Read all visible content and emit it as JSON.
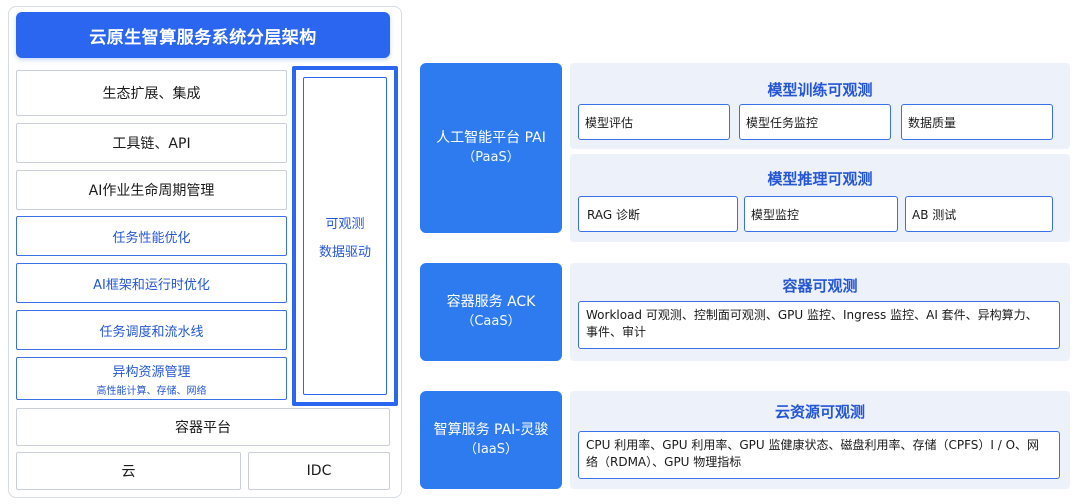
{
  "left": {
    "title": "云原生智算服务系统分层架构",
    "layers": [
      {
        "label": "生态扩展、集成"
      },
      {
        "label": "工具链、API"
      },
      {
        "label": "AI作业生命周期管理"
      },
      {
        "label": "任务性能优化"
      },
      {
        "label": "AI框架和运行时优化"
      },
      {
        "label": "任务调度和流水线"
      },
      {
        "label": "异构资源管理",
        "sub": "高性能计算、存储、网络"
      }
    ],
    "side": {
      "line1": "可观测",
      "line2": "数据驱动"
    },
    "container": "容器平台",
    "cloud": "云",
    "idc": "IDC"
  },
  "right": {
    "pai": {
      "name": "人工智能平台 PAI",
      "tier": "（PaaS）",
      "training": {
        "title": "模型训练可观测",
        "items": [
          "模型评估",
          "模型任务监控",
          "数据质量"
        ]
      },
      "inference": {
        "title": "模型推理可观测",
        "items": [
          "RAG 诊断",
          "模型监控",
          "AB 测试"
        ]
      }
    },
    "ack": {
      "name": "容器服务 ACK",
      "tier": "（CaaS）",
      "title": "容器可观测",
      "detail_line1": "Workload 可观测、控制面可观测、GPU 监控、Ingress 监控、AI 套件、异构算力、",
      "detail_line2": "事件、审计"
    },
    "lingjun": {
      "name": "智算服务 PAI-灵骏",
      "tier": "（IaaS）",
      "title": "云资源可观测",
      "detail_line1": "CPU 利用率、GPU 利用率、GPU 监健康状态、磁盘利用率、存储（CPFS）I / O、网",
      "detail_line2": "络（RDMA）、GPU 物理指标"
    }
  },
  "colors": {
    "primary": "#2b66f0",
    "platform": "#2e7bf0",
    "panel": "#edf1f9",
    "accent_text": "#2456d6"
  }
}
